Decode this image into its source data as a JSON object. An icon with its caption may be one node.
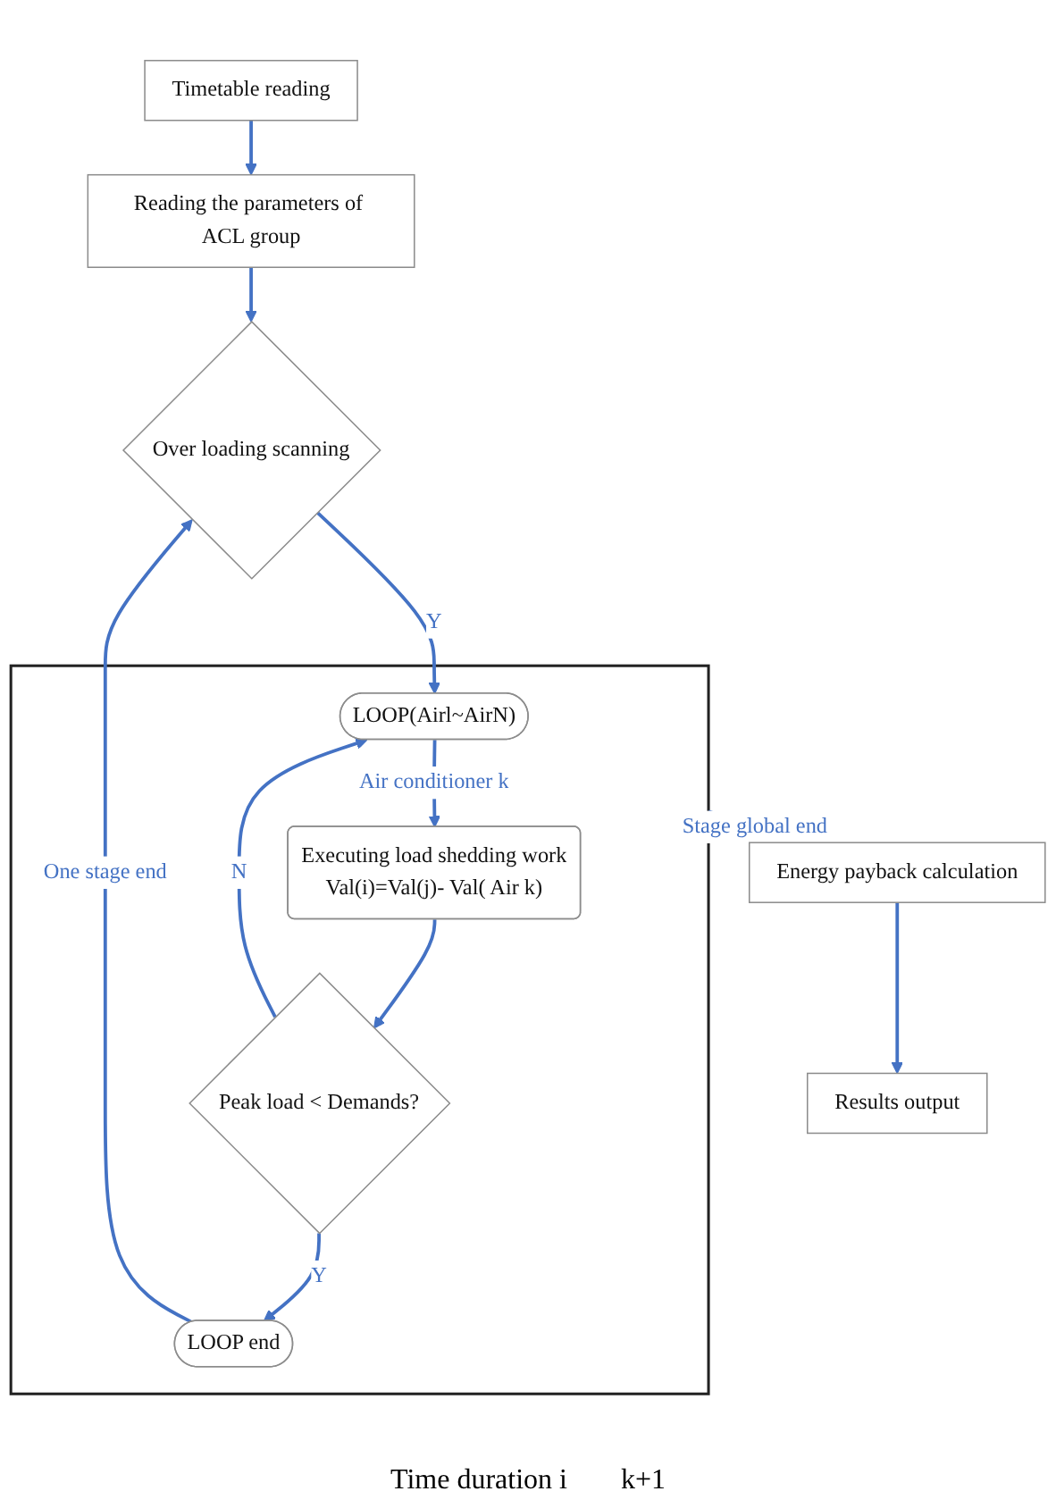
{
  "diagram": {
    "nodes": [
      {
        "text": [
          "Timetable reading"
        ]
      },
      {
        "text": [
          "Reading the parameters of ACL group"
        ]
      },
      {
        "text": [
          "Over loading scanning"
        ]
      },
      {
        "text": [],
        "shape": "box"
      },
      {
        "text": [
          "LOOP(Airl~AirN)"
        ],
        "in": 3
      },
      {
        "text": [
          "Executing load shedding work",
          "Val(i)=Val(j)- Val( Air k)"
        ],
        "in": 3
      },
      {
        "text": [
          "Peak load < Demands?"
        ],
        "in": 3
      },
      {
        "text": [
          "LOOP end"
        ],
        "in": 3
      },
      {
        "text": [
          "Energy payback calculation"
        ]
      },
      {
        "text": [
          "Results output"
        ]
      }
    ],
    "edges": [
      {
        "from": 0,
        "to": 1,
        "arrow": "to"
      },
      {
        "from": 1,
        "to": 2,
        "arrow": "to"
      },
      {
        "from": 2,
        "to": 4,
        "arrow": "to",
        "label": "Y"
      },
      {
        "from": 4,
        "to": 5,
        "arrow": "to",
        "label": "Air conditioner k"
      },
      {
        "from": 5,
        "to": 6,
        "arrow": "to"
      },
      {
        "from": 6,
        "to": 4,
        "arrow": "to",
        "label": "N"
      },
      {
        "from": 6,
        "to": 7,
        "arrow": "to",
        "label": "Y"
      },
      {
        "from": 7,
        "to": 2,
        "arrow": "to",
        "label": "One stage end"
      },
      {
        "from": 3,
        "to": 8,
        "arrow": "to",
        "label": "Stage global end"
      },
      {
        "from": 8,
        "to": 9,
        "arrow": "to"
      }
    ],
    "labels": [
      "Time duration i",
      "k+1"
    ]
  }
}
